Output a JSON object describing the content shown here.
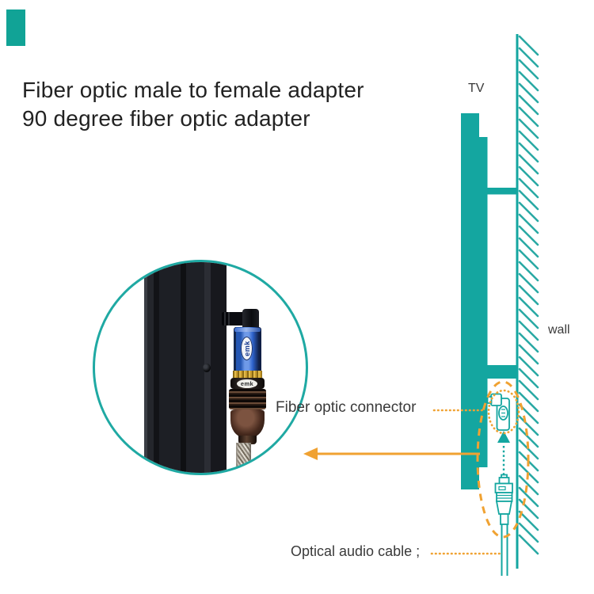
{
  "title": {
    "line1": "Fiber optic male to female adapter",
    "line2": "90 degree fiber optic adapter"
  },
  "labels": {
    "tv": "TV",
    "wall": "wall",
    "connector": "Fiber optic connector",
    "cable": "Optical audio cable ;"
  },
  "inset": {
    "logo_text": "emk"
  },
  "colors": {
    "diagram_teal": "#14A6A0",
    "annotation_orange": "#F0A232",
    "adapter_blue": "#2E63CC",
    "connector_bronze": "#5C4031",
    "tv_photo_black": "#17181D",
    "text": "#3A3A3A",
    "background": "#FFFFFF"
  }
}
